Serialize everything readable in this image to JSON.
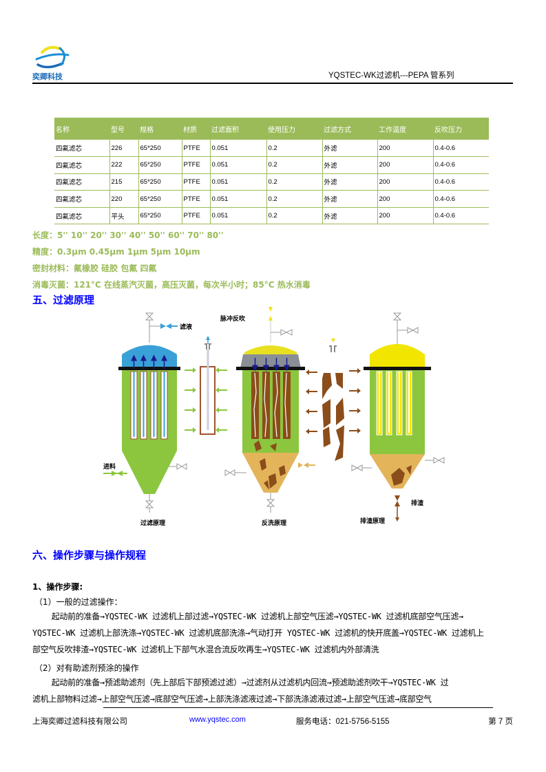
{
  "header": {
    "logo_text": "奕卿科技",
    "title": "YQSTEC-WK过滤机---PEPA 管系列"
  },
  "spec_table": {
    "columns": [
      "名称",
      "型号",
      "规格",
      "材质",
      "过滤面积",
      "使用压力",
      "过滤方式",
      "工作温度",
      "反吹压力"
    ],
    "rows": [
      [
        "四氟滤芯",
        "226",
        "65*250",
        "PTFE",
        "0.051",
        "0.2",
        "外滤",
        "200",
        "0.4-0.6"
      ],
      [
        "四氟滤芯",
        "222",
        "65*250",
        "PTFE",
        "0.051",
        "0.2",
        "外滤",
        "200",
        "0.4-0.6"
      ],
      [
        "四氟滤芯",
        "215",
        "65*250",
        "PTFE",
        "0.051",
        "0.2",
        "外滤",
        "200",
        "0.4-0.6"
      ],
      [
        "四氟滤芯",
        "220",
        "65*250",
        "PTFE",
        "0.051",
        "0.2",
        "外滤",
        "200",
        "0.4-0.6"
      ],
      [
        "四氟滤芯",
        "平头",
        "65*250",
        "PTFE",
        "0.051",
        "0.2",
        "外滤",
        "200",
        "0.4-0.6"
      ]
    ],
    "header_color": "#9bbb59"
  },
  "specs": {
    "length": "长度：5'' 10'' 20'' 30'' 40'' 50'' 60'' 70'' 80''",
    "precision": "精度：0.3μm 0.45μm 1μm 5μm 10μm",
    "seal": "密封材料：氟橡胶 硅胶 包氟 四氟",
    "sterilization": "消毒灭菌：121°C 在线蒸汽灭菌，高压灭菌，每次半小时；85°C 热水消毒"
  },
  "section5": {
    "heading": "五、过滤原理"
  },
  "diagram": {
    "labels": {
      "filtrate": "滤液",
      "feed": "进料",
      "pulse_backflush": "脉冲反吹",
      "discharge": "排渣",
      "caption_filter": "过滤原理",
      "caption_backwash": "反洗原理",
      "caption_discharge": "排渣原理"
    }
  },
  "section6": {
    "heading": "六、操作步骤与操作规程",
    "subheading": "1、操作步骤:",
    "item1_title": "（1）一般的过滤操作：",
    "item1_lines": [
      "    起动前的准备→YQSTEC-WK 过滤机上部过滤→YQSTEC-WK 过滤机上部空气压滤→YQSTEC-WK 过滤机底部空气压滤→",
      "YQSTEC-WK 过滤机上部洗涤→YQSTEC-WK 过滤机底部洗涤→气动打开 YQSTEC-WK 过滤机的快开底盖→YQSTEC-WK 过滤机上",
      "部空气反吹排渣→YQSTEC-WK 过滤机上下部气水混合流反吹再生→YQSTEC-WK 过滤机内外部清洗"
    ],
    "item2_title": "（2）对有助滤剂预涂的操作",
    "item2_lines": [
      "    起动前的准备→预滤助滤剂（先上部后下部预滤过滤）→过滤剂从过滤机内回流→预滤助滤剂吹干→YQSTEC-WK 过",
      "滤机上部物料过滤→上部空气压滤→底部空气压滤→上部洗涤滤液过滤→下部洗涤滤液过滤→上部空气压滤→底部空气"
    ]
  },
  "footer": {
    "company": "上海奕卿过滤科技有限公司",
    "url": "www.yqstec.com",
    "phone": "服务电话：021-5756-5155",
    "page": "第 7 页"
  }
}
